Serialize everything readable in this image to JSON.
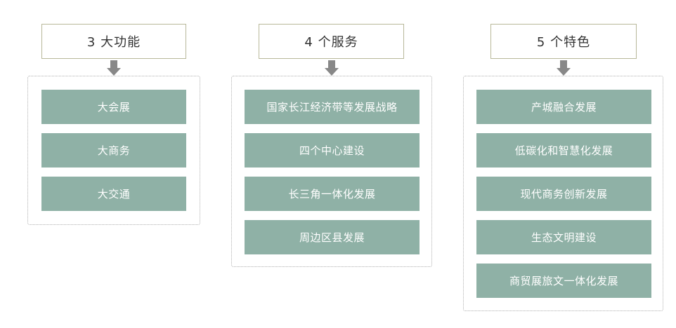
{
  "columns": [
    {
      "title": "3 大功能",
      "items": [
        "大会展",
        "大商务",
        "大交通"
      ]
    },
    {
      "title": "4 个服务",
      "items": [
        "国家长江经济带等发展战略",
        "四个中心建设",
        "长三角一体化发展",
        "周边区县发展"
      ]
    },
    {
      "title": "5 个特色",
      "items": [
        "产城融合发展",
        "低碳化和智慧化发展",
        "现代商务创新发展",
        "生态文明建设",
        "商贸展旅文一体化发展"
      ]
    }
  ],
  "colors": {
    "item_fill": "#8fb1a6",
    "item_text": "#ffffff",
    "header_border": "#b8b89a",
    "arrow": "#888888",
    "panel_border": "#b0b0b0"
  }
}
